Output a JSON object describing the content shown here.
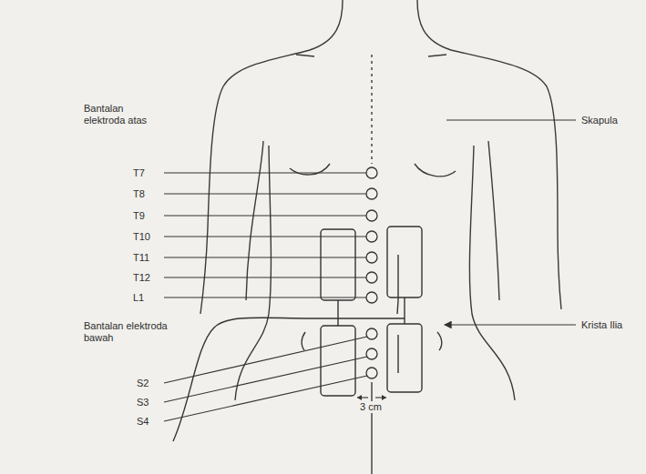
{
  "diagram": {
    "labels": [
      "Bantalan elektroda atas",
      "T7",
      "T8",
      "T9",
      "T10",
      "T11",
      "T12",
      "L1",
      "Bantalan elektroda bawah",
      "S2",
      "S3",
      "S4",
      "Skapula",
      "Krista Ilia",
      "3 cm"
    ]
  }
}
